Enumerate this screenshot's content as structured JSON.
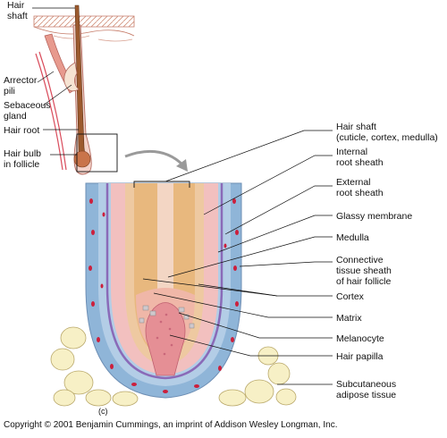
{
  "figure": {
    "panel_label": "(c)",
    "copyright": "Copyright © 2001 Benjamin Cummings, an imprint of Addison Wesley Longman, Inc.",
    "colors": {
      "outer_sheath_blue": "#a9c7e3",
      "connective_blue": "#8fb5d8",
      "cell_red": "#cc1f3c",
      "cortex_tan": "#e8b87e",
      "medulla_pink": "#f3c7c4",
      "papilla_pink": "#e58f95",
      "adipose_cream": "#f7f0c6",
      "membrane_purple": "#8a6ab8"
    }
  },
  "overview_labels": {
    "hair_shaft": "Hair\nshaft",
    "arrector_pili": "Arrector\npili",
    "sebaceous_gland": "Sebaceous\ngland",
    "hair_root": "Hair root",
    "hair_bulb": "Hair bulb\nin follicle"
  },
  "detail_labels": {
    "hair_shaft": "Hair shaft\n(cuticle, cortex, medulla)",
    "internal_root_sheath": "Internal\nroot sheath",
    "external_root_sheath": "External\nroot sheath",
    "glassy_membrane": "Glassy membrane",
    "medulla": "Medulla",
    "connective_sheath": "Connective\ntissue sheath\nof hair follicle",
    "cortex": "Cortex",
    "matrix": "Matrix",
    "melanocyte": "Melanocyte",
    "hair_papilla": "Hair papilla",
    "subcutaneous": "Subcutaneous\nadipose tissue"
  }
}
